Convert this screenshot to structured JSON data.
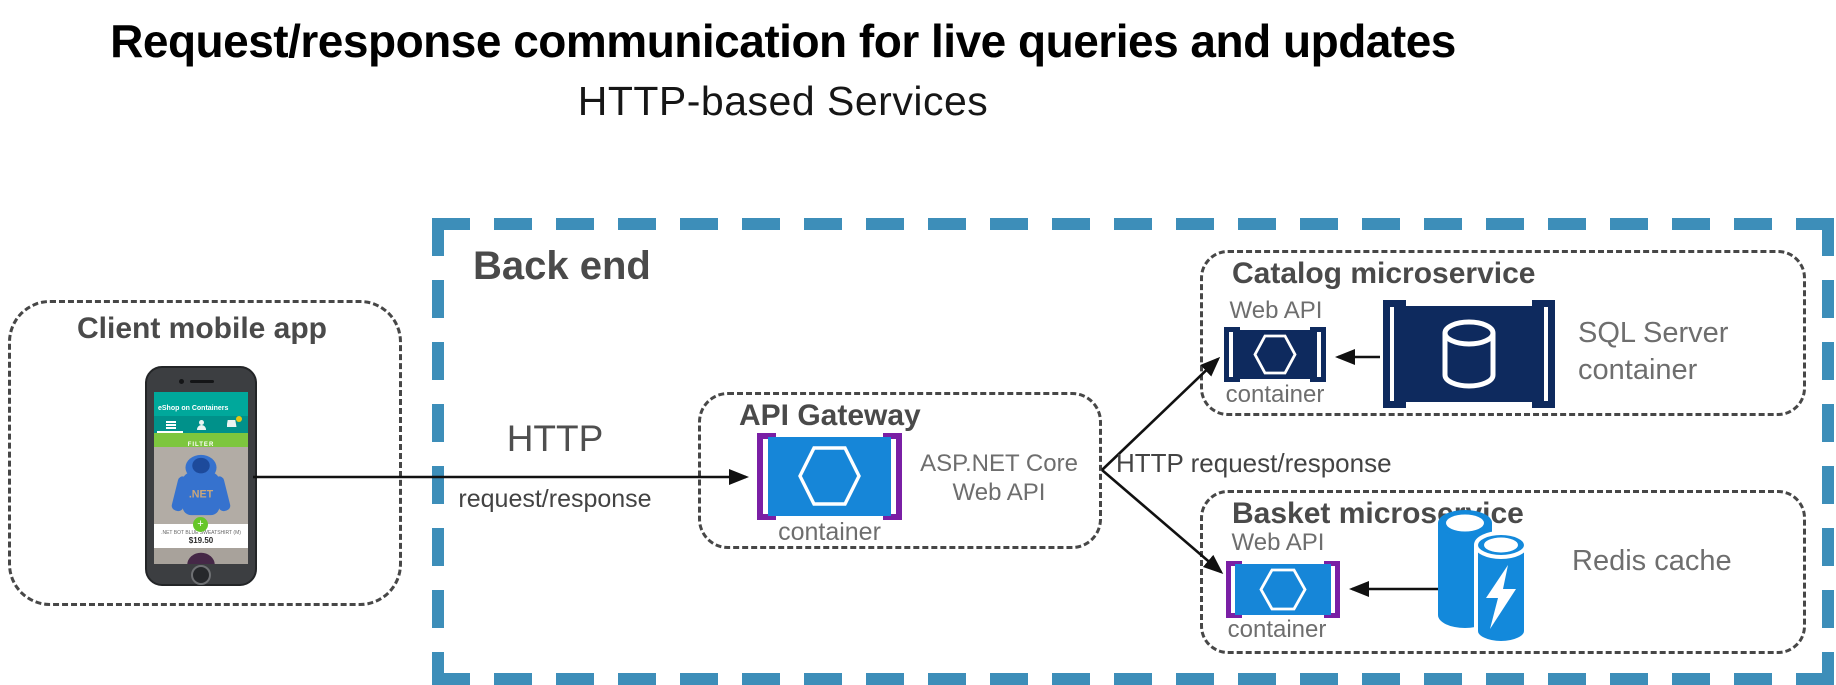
{
  "title": "Request/response communication for live queries and updates",
  "subtitle": "HTTP-based Services",
  "client": {
    "label": "Client mobile app",
    "phone": {
      "app_title": "eShop on Containers",
      "filter_label": "FILTER",
      "product_name": ".NET BOT BLUE SWEATSHIRT (M)",
      "product_price": "$19.50",
      "hoodie_logo": ".NET"
    }
  },
  "backend": {
    "label": "Back end"
  },
  "api_gateway": {
    "title": "API Gateway",
    "container_label": "container",
    "side_label_line1": "ASP.NET Core",
    "side_label_line2": "Web API"
  },
  "arrows": {
    "client_to_gateway_label_top": "HTTP",
    "client_to_gateway_label_bottom": "request/response",
    "gateway_fanout_label": "HTTP request/response"
  },
  "catalog": {
    "title": "Catalog microservice",
    "webapi_label": "Web API",
    "container_label": "container",
    "db_label_line1": "SQL Server",
    "db_label_line2": "container"
  },
  "basket": {
    "title": "Basket microservice",
    "webapi_label": "Web API",
    "container_label": "container",
    "cache_label": "Redis cache"
  },
  "icons": {
    "container_icon": "hexagon-in-brackets",
    "sql_server_icon": "database-cylinder",
    "redis_icon": "cylinders-lightning-bolt"
  },
  "colors": {
    "backend_border": "#3D8EB9",
    "container_blue": "#1686D8",
    "bracket_purple": "#7A1FA5",
    "navy": "#0E2A5E",
    "redis_blue": "#1389DB",
    "phone_teal": "#00A89B",
    "phone_green": "#7DC63E",
    "label_gray": "#6e6e6e",
    "title_gray": "#4a4a4a"
  }
}
